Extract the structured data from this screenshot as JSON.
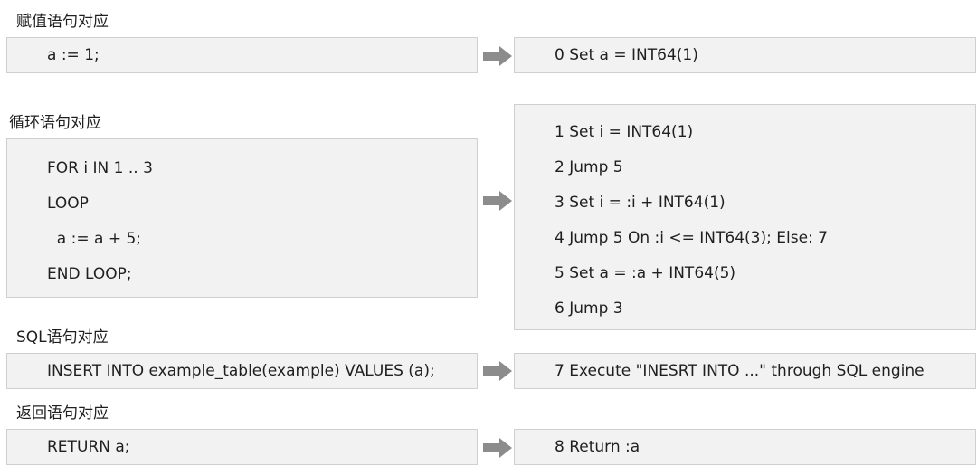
{
  "sections": [
    {
      "label": "赋值语句对应",
      "source": [
        "a := 1;"
      ],
      "target": [
        "0 Set a = INT64(1)"
      ]
    },
    {
      "label": "循环语句对应",
      "source": [
        "FOR i IN 1 .. 3",
        "LOOP",
        "  a := a + 5;",
        "END LOOP;"
      ],
      "target": [
        "1 Set i = INT64(1)",
        "2 Jump 5",
        "3 Set i = :i + INT64(1)",
        "4 Jump 5 On :i <= INT64(3); Else: 7",
        "5 Set a = :a + INT64(5)",
        "6 Jump 3"
      ]
    },
    {
      "label": "SQL语句对应",
      "source": [
        "INSERT INTO example_table(example) VALUES (a);"
      ],
      "target": [
        "7 Execute \"INESRT INTO ...\" through SQL engine"
      ]
    },
    {
      "label": "返回语句对应",
      "source": [
        "RETURN a;"
      ],
      "target": [
        "8 Return :a"
      ]
    }
  ],
  "colors": {
    "box_fill": "#f2f2f2",
    "box_border": "#cfcfcf",
    "arrow": "#8c8c8c",
    "text": "#1f1f1f"
  },
  "icons": {
    "arrow": "right-arrow-icon"
  }
}
